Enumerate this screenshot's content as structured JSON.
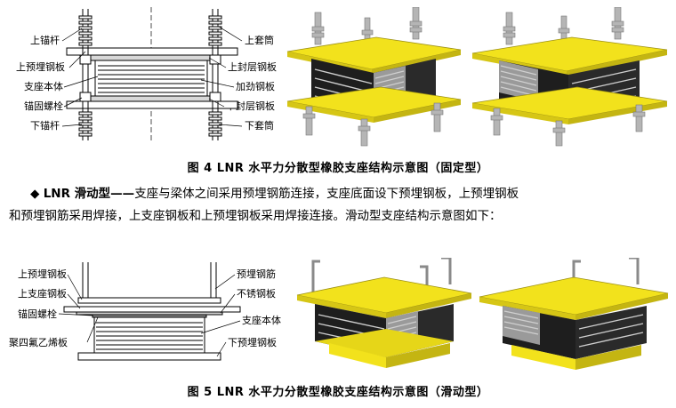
{
  "figure4": {
    "labels_left": [
      "上锚杆",
      "上预埋钢板",
      "支座本体",
      "锚固螺栓",
      "下锚杆"
    ],
    "labels_right": [
      "上套筒",
      "上封层钢板",
      "加劲钢板",
      "下封层钢板",
      "下套筒"
    ],
    "caption": "图 4   LNR 水平力分散型橡胶支座结构示意图（固定型）"
  },
  "paragraph": {
    "bullet": "◆",
    "lead": "LNR 滑动型——",
    "text_line1": "支座与梁体之间采用预埋钢筋连接，支座底面设下预埋钢板，上预埋钢板",
    "text_line2": "和预埋钢筋采用焊接，上支座钢板和上预埋钢板采用焊接连接。滑动型支座结构示意图如下："
  },
  "figure5": {
    "labels_left": [
      "上预埋钢板",
      "上支座钢板",
      "锚固螺栓",
      "聚四氟乙烯板"
    ],
    "labels_right": [
      "预埋钢筋",
      "不锈钢板",
      "支座本体",
      "下预埋钢板"
    ],
    "caption": "图 5   LNR 水平力分散型橡胶支座结构示意图（滑动型）"
  },
  "colors": {
    "plate_yellow": "#f2e21c",
    "rubber_dark": "#1e1e1e",
    "steel_gray": "#a9a9a9"
  }
}
